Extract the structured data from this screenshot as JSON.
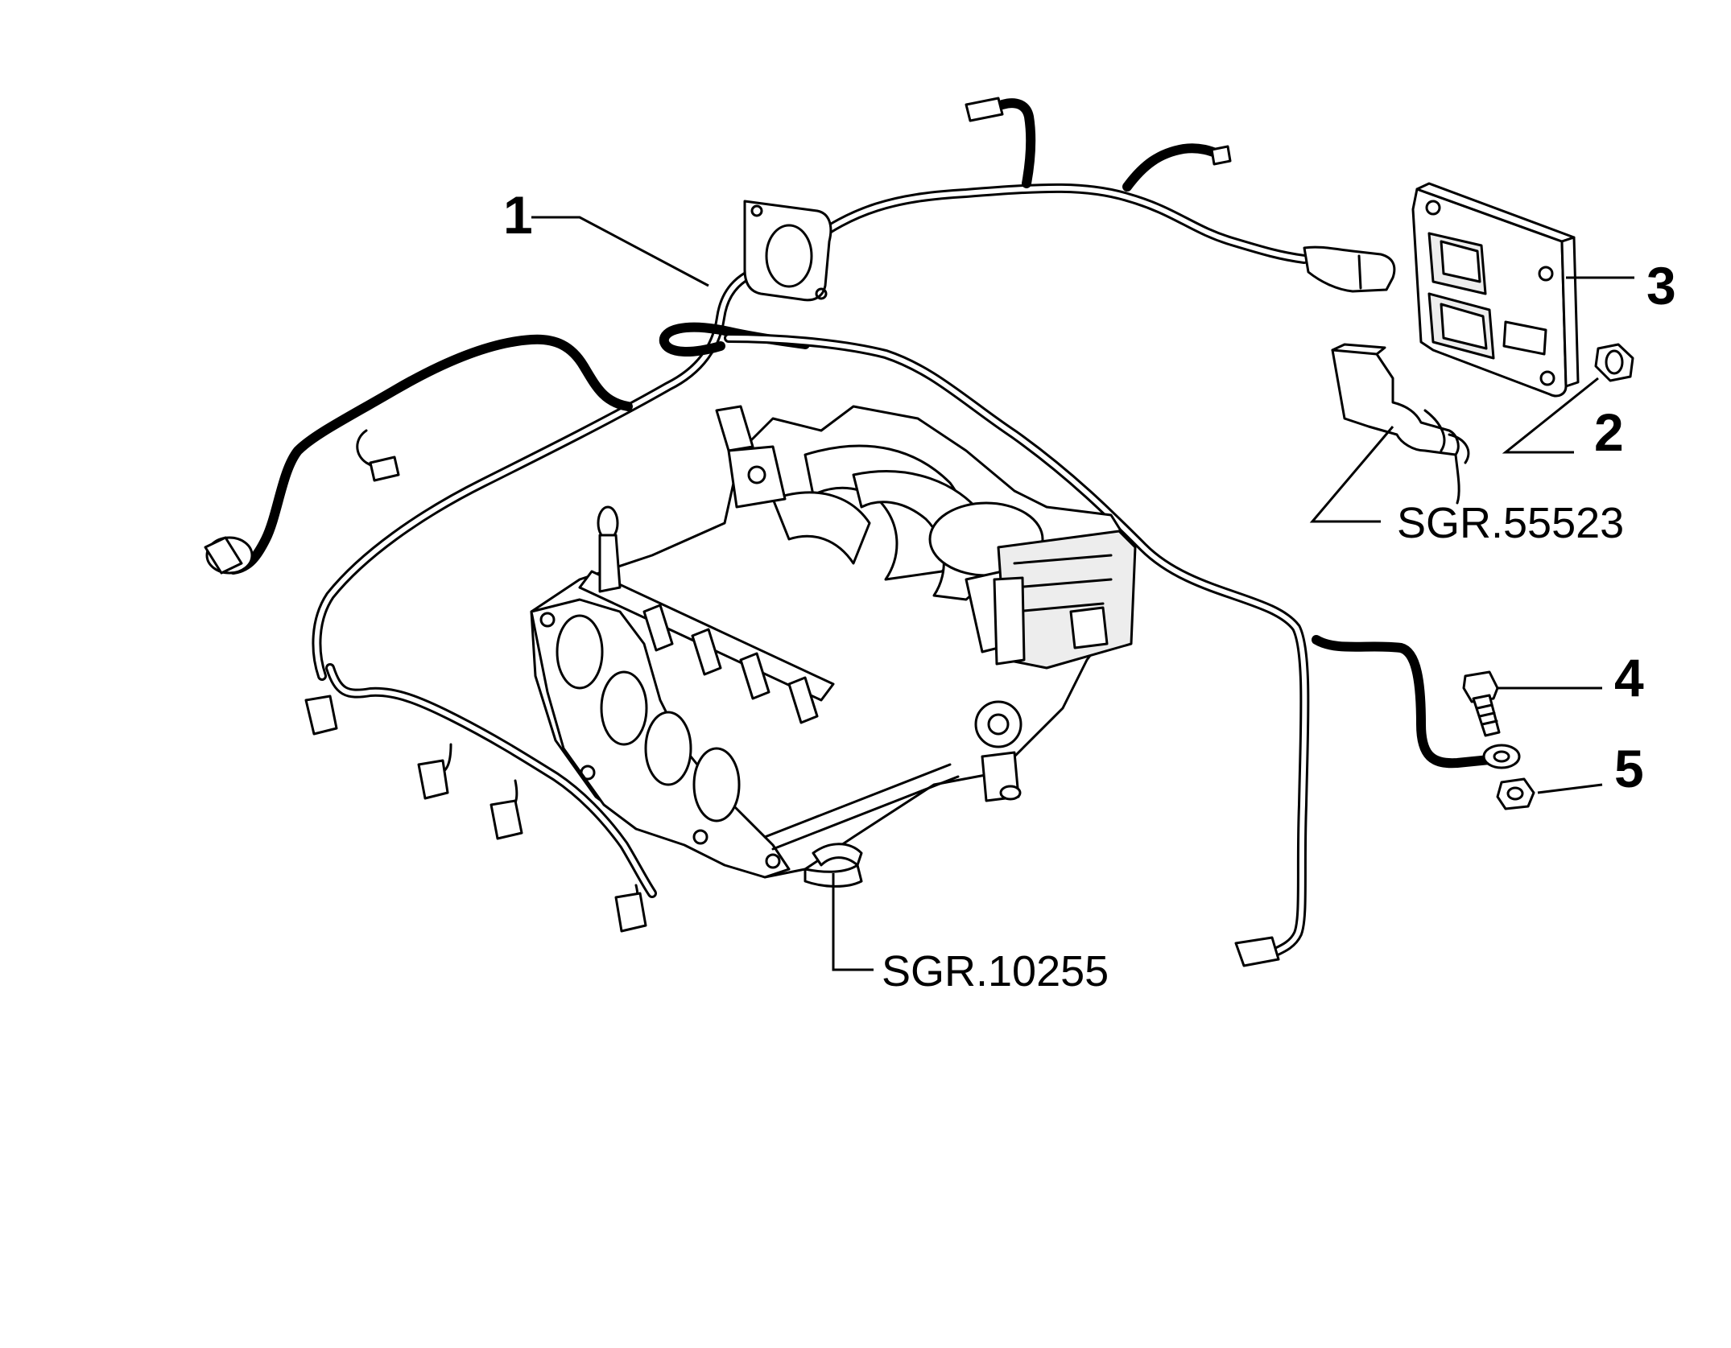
{
  "callouts": [
    {
      "number": "1"
    },
    {
      "number": "2"
    },
    {
      "number": "3"
    },
    {
      "number": "4"
    },
    {
      "number": "5"
    }
  ],
  "references": [
    {
      "code": "SGR.55523"
    },
    {
      "code": "SGR.10255"
    }
  ]
}
